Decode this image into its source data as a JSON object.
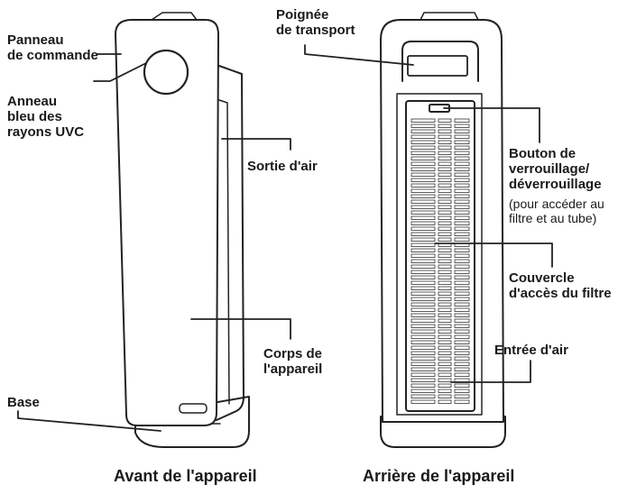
{
  "front": {
    "caption": "Avant de l'appareil",
    "labels": {
      "control_panel": [
        "Panneau",
        "de commande"
      ],
      "uvc_ring": [
        "Anneau",
        "bleu des",
        "rayons UVC"
      ],
      "air_outlet": [
        "Sortie d'air"
      ],
      "body": [
        "Corps de",
        "l'appareil"
      ],
      "base": [
        "Base"
      ]
    }
  },
  "back": {
    "caption": "Arrière de l'appareil",
    "labels": {
      "handle": [
        "Poignée",
        "de transport"
      ],
      "lock_button": [
        "Bouton de",
        "verrouillage/",
        "déverrouillage"
      ],
      "lock_note": [
        "(pour accéder au",
        "filtre et au tube)"
      ],
      "filter_cover": [
        "Couvercle",
        "d'accès du filtre"
      ],
      "air_inlet": [
        "Entrée d'air"
      ]
    }
  }
}
